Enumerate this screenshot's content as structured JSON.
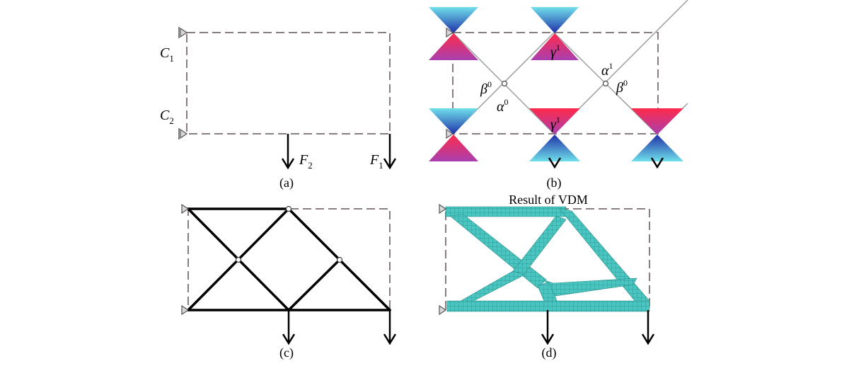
{
  "panels": {
    "a": {
      "caption": "(a)",
      "support_labels": [
        {
          "base": "C",
          "sub": "1"
        },
        {
          "base": "C",
          "sub": "2"
        }
      ],
      "force_labels": [
        {
          "base": "F",
          "sub": "2"
        },
        {
          "base": "F",
          "sub": "1"
        }
      ]
    },
    "b": {
      "caption": "(b)",
      "symbols": [
        {
          "base": "β",
          "sup": "0"
        },
        {
          "base": "α",
          "sup": "0"
        },
        {
          "base": "γ",
          "sup": "1"
        },
        {
          "base": "γ",
          "sup": "1"
        },
        {
          "base": "α",
          "sup": "1"
        },
        {
          "base": "β",
          "sup": "0"
        }
      ]
    },
    "c": {
      "caption": "(c)"
    },
    "d": {
      "caption": "(d)",
      "title": "Result of VDM"
    }
  },
  "colors": {
    "cone_top": "#1f3fb0",
    "cone_light": "#5ed8e6",
    "cone_magenta": "#c0308a",
    "cone_pink": "#e83a78",
    "vdm_fill": "#48c7c2",
    "bar": "#000000"
  }
}
